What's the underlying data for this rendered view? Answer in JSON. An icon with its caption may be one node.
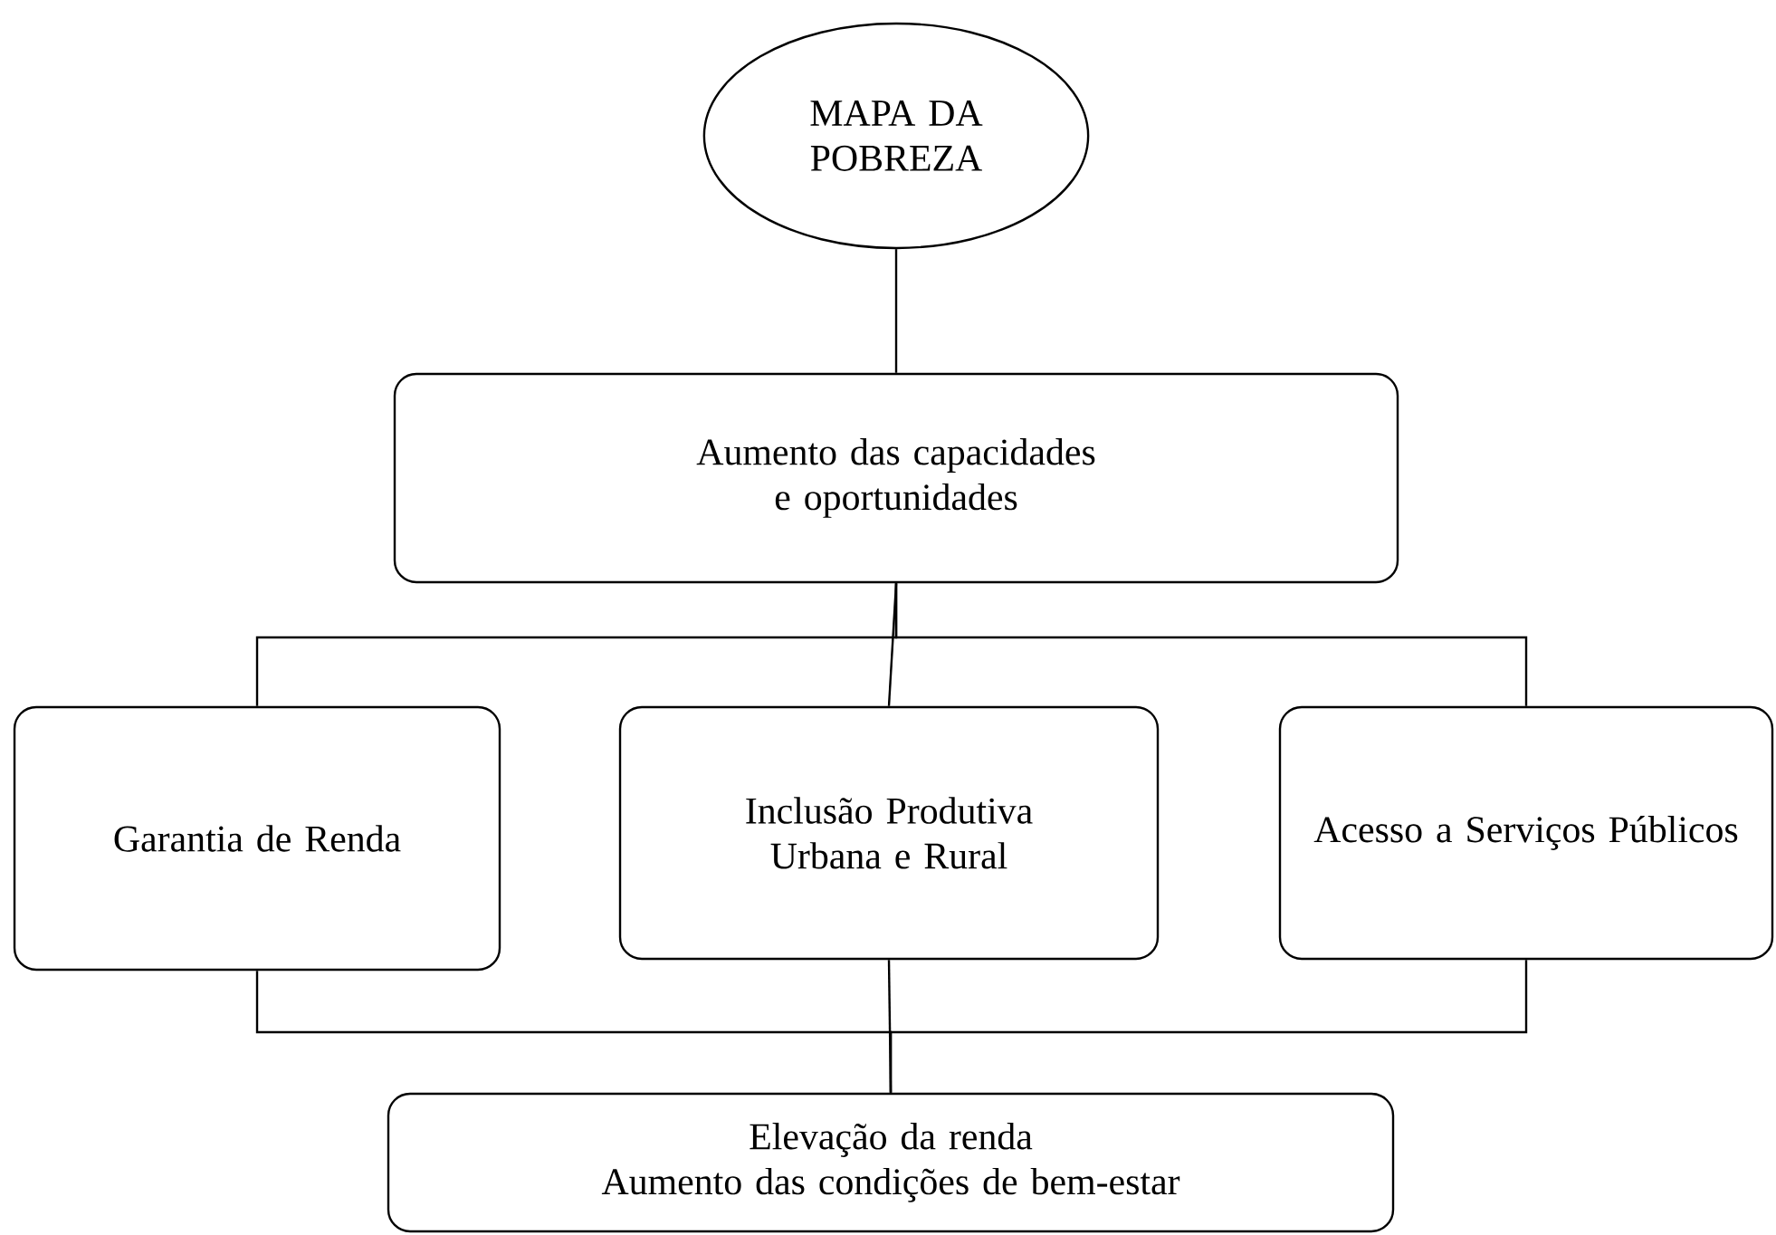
{
  "diagram": {
    "nodes": [
      {
        "text": [
          "MAPA DA POBREZA"
        ]
      },
      {
        "text": [
          "Aumento das capacidades e oportunidades"
        ]
      },
      {
        "text": [
          "Garantia de Renda"
        ]
      },
      {
        "text": [
          "Inclusão Produtiva Urbana e Rural"
        ]
      },
      {
        "text": [
          "Acesso a Serviços Públicos"
        ]
      },
      {
        "text": [
          "Elevação da renda",
          "Aumento das condições de bem-estar"
        ]
      }
    ],
    "edges": [
      {
        "from": 0,
        "to": 1,
        "arrow": "none"
      },
      {
        "from": 1,
        "to": 2,
        "arrow": "none"
      },
      {
        "from": 1,
        "to": 3,
        "arrow": "none"
      },
      {
        "from": 1,
        "to": 4,
        "arrow": "none"
      },
      {
        "from": 2,
        "to": 5,
        "arrow": "none"
      },
      {
        "from": 3,
        "to": 5,
        "arrow": "none"
      },
      {
        "from": 4,
        "to": 5,
        "arrow": "none"
      }
    ]
  }
}
